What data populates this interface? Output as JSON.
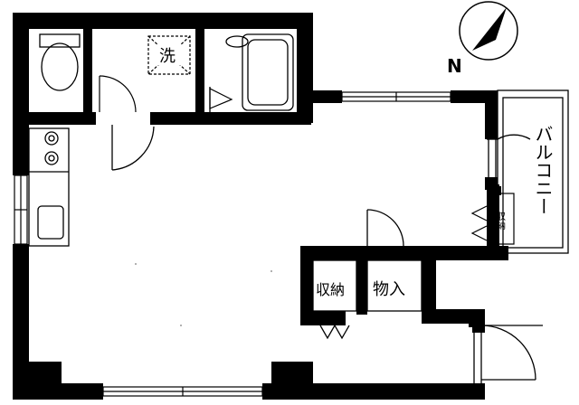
{
  "compass": {
    "north": "N"
  },
  "rooms": {
    "washer": "洗",
    "balcony": "バルコニー",
    "closet": "収納",
    "storage": "物入",
    "balcony_storage": "収納"
  },
  "colors": {
    "wall": "#000000",
    "fixture": "#000000",
    "background": "#ffffff"
  }
}
